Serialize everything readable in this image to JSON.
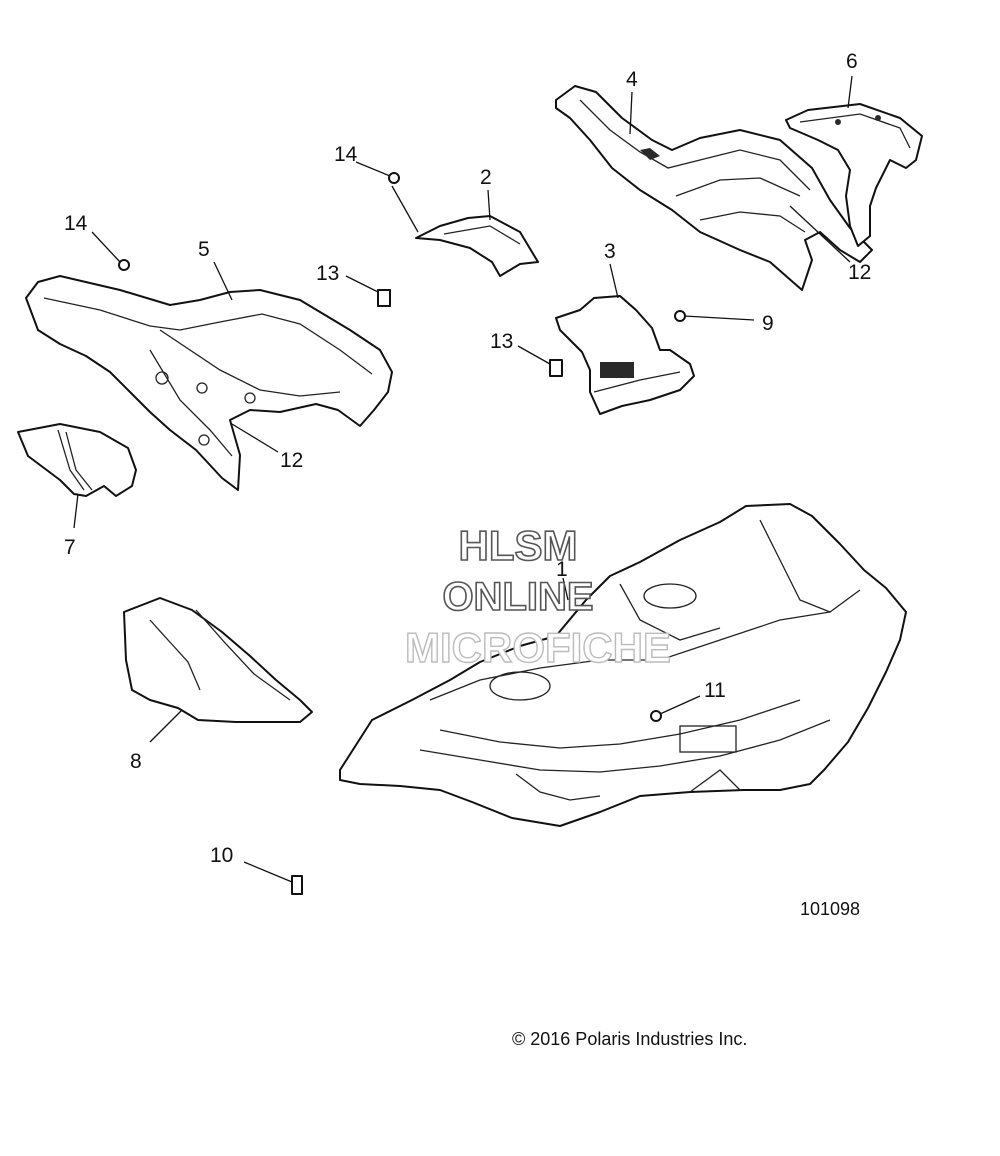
{
  "callouts": [
    {
      "id": "c1",
      "label": "1"
    },
    {
      "id": "c2",
      "label": "2"
    },
    {
      "id": "c3",
      "label": "3"
    },
    {
      "id": "c4",
      "label": "4"
    },
    {
      "id": "c5",
      "label": "5"
    },
    {
      "id": "c6",
      "label": "6"
    },
    {
      "id": "c7",
      "label": "7"
    },
    {
      "id": "c8",
      "label": "8"
    },
    {
      "id": "c9",
      "label": "9"
    },
    {
      "id": "c10",
      "label": "10"
    },
    {
      "id": "c11",
      "label": "11"
    },
    {
      "id": "c12a",
      "label": "12"
    },
    {
      "id": "c12b",
      "label": "12"
    },
    {
      "id": "c13a",
      "label": "13"
    },
    {
      "id": "c13b",
      "label": "13"
    },
    {
      "id": "c14a",
      "label": "14"
    },
    {
      "id": "c14b",
      "label": "14"
    }
  ],
  "watermark": {
    "line1": "HLSM",
    "line2": "ONLINE",
    "line3": "MICROFICHE"
  },
  "diagram_number": "101098",
  "copyright": "© 2016 Polaris Industries Inc."
}
